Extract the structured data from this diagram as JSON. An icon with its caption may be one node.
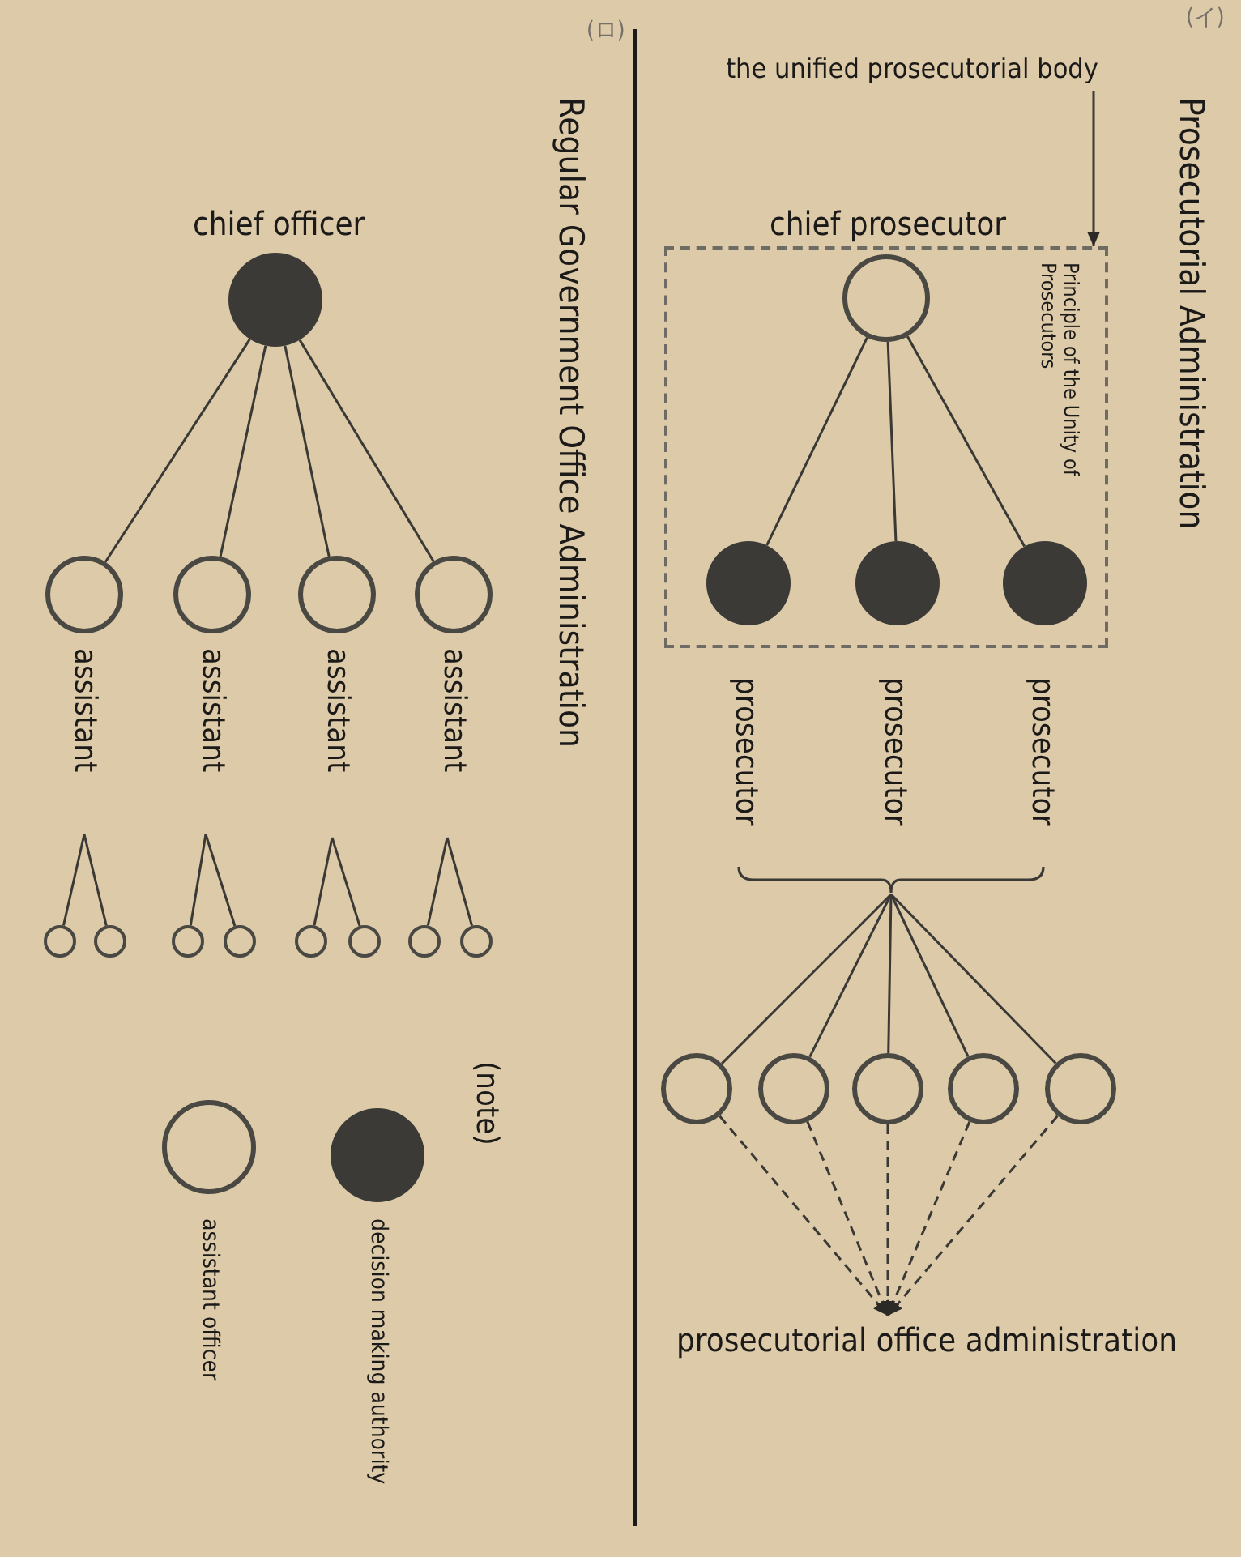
{
  "diagram": {
    "nodes": [
      {
        "text": [
          "the unified prosecutorial body"
        ]
      },
      {
        "text": [
          "Principle of the Unity of Prosecutors"
        ]
      },
      {
        "text": [],
        "shape": "circle",
        "in": 1,
        "beside": [
          "chief prosecutor"
        ]
      },
      {
        "text": [],
        "shape": "circle",
        "in": 1,
        "beside": [
          "prosecutor"
        ]
      },
      {
        "text": [],
        "shape": "circle",
        "in": 1,
        "beside": [
          "prosecutor"
        ]
      },
      {
        "text": [],
        "shape": "circle",
        "in": 1,
        "beside": [
          "prosecutor"
        ]
      },
      {
        "text": [],
        "shape": "brace"
      },
      {
        "text": [],
        "shape": "circle"
      },
      {
        "text": [],
        "shape": "circle"
      },
      {
        "text": [],
        "shape": "circle"
      },
      {
        "text": [],
        "shape": "circle"
      },
      {
        "text": [],
        "shape": "circle"
      },
      {
        "text": [
          "prosecutorial office administration"
        ]
      },
      {
        "text": [],
        "shape": "circle",
        "beside": [
          "chief officer"
        ]
      },
      {
        "text": [],
        "shape": "circle",
        "beside": [
          "assistant"
        ]
      },
      {
        "text": [],
        "shape": "circle",
        "beside": [
          "assistant"
        ]
      },
      {
        "text": [],
        "shape": "circle",
        "beside": [
          "assistant"
        ]
      },
      {
        "text": [],
        "shape": "circle",
        "beside": [
          "assistant"
        ]
      },
      {
        "text": [],
        "shape": "circle"
      },
      {
        "text": [],
        "shape": "circle"
      },
      {
        "text": [],
        "shape": "circle"
      },
      {
        "text": [],
        "shape": "circle"
      },
      {
        "text": [],
        "shape": "circle"
      },
      {
        "text": [],
        "shape": "circle"
      },
      {
        "text": [],
        "shape": "circle"
      },
      {
        "text": [],
        "shape": "circle"
      }
    ],
    "edges": [
      {
        "from": 0,
        "to": 1,
        "arrow": "to"
      },
      {
        "from": 2,
        "to": 3,
        "arrow": "none"
      },
      {
        "from": 2,
        "to": 4,
        "arrow": "none"
      },
      {
        "from": 2,
        "to": 5,
        "arrow": "none"
      },
      {
        "from": 6,
        "to": 7,
        "arrow": "none"
      },
      {
        "from": 6,
        "to": 8,
        "arrow": "none"
      },
      {
        "from": 6,
        "to": 9,
        "arrow": "none"
      },
      {
        "from": 6,
        "to": 10,
        "arrow": "none"
      },
      {
        "from": 6,
        "to": 11,
        "arrow": "none"
      },
      {
        "from": 7,
        "to": 12,
        "arrow": "to",
        "style": "dashed"
      },
      {
        "from": 8,
        "to": 12,
        "arrow": "to",
        "style": "dashed"
      },
      {
        "from": 9,
        "to": 12,
        "arrow": "to",
        "style": "dashed"
      },
      {
        "from": 10,
        "to": 12,
        "arrow": "to",
        "style": "dashed"
      },
      {
        "from": 11,
        "to": 12,
        "arrow": "to",
        "style": "dashed"
      },
      {
        "from": 13,
        "to": 14,
        "arrow": "none"
      },
      {
        "from": 13,
        "to": 15,
        "arrow": "none"
      },
      {
        "from": 13,
        "to": 16,
        "arrow": "none"
      },
      {
        "from": 13,
        "to": 17,
        "arrow": "none"
      },
      {
        "from": null,
        "to": 18,
        "arrow": "none"
      },
      {
        "from": null,
        "to": 19,
        "arrow": "none"
      },
      {
        "from": null,
        "to": 20,
        "arrow": "none"
      },
      {
        "from": null,
        "to": 21,
        "arrow": "none"
      },
      {
        "from": null,
        "to": 22,
        "arrow": "none"
      },
      {
        "from": null,
        "to": 23,
        "arrow": "none"
      },
      {
        "from": null,
        "to": 24,
        "arrow": "none"
      },
      {
        "from": null,
        "to": 25,
        "arrow": "none"
      }
    ],
    "labels": [
      "(イ)",
      "Prosecutorial Administration",
      "(ロ)",
      "Regular Government Office Administration",
      "(note)"
    ],
    "legend": [
      {
        "text": "decision making authority",
        "color": "#3b3a36"
      },
      {
        "text": "assistant officer"
      }
    ]
  }
}
